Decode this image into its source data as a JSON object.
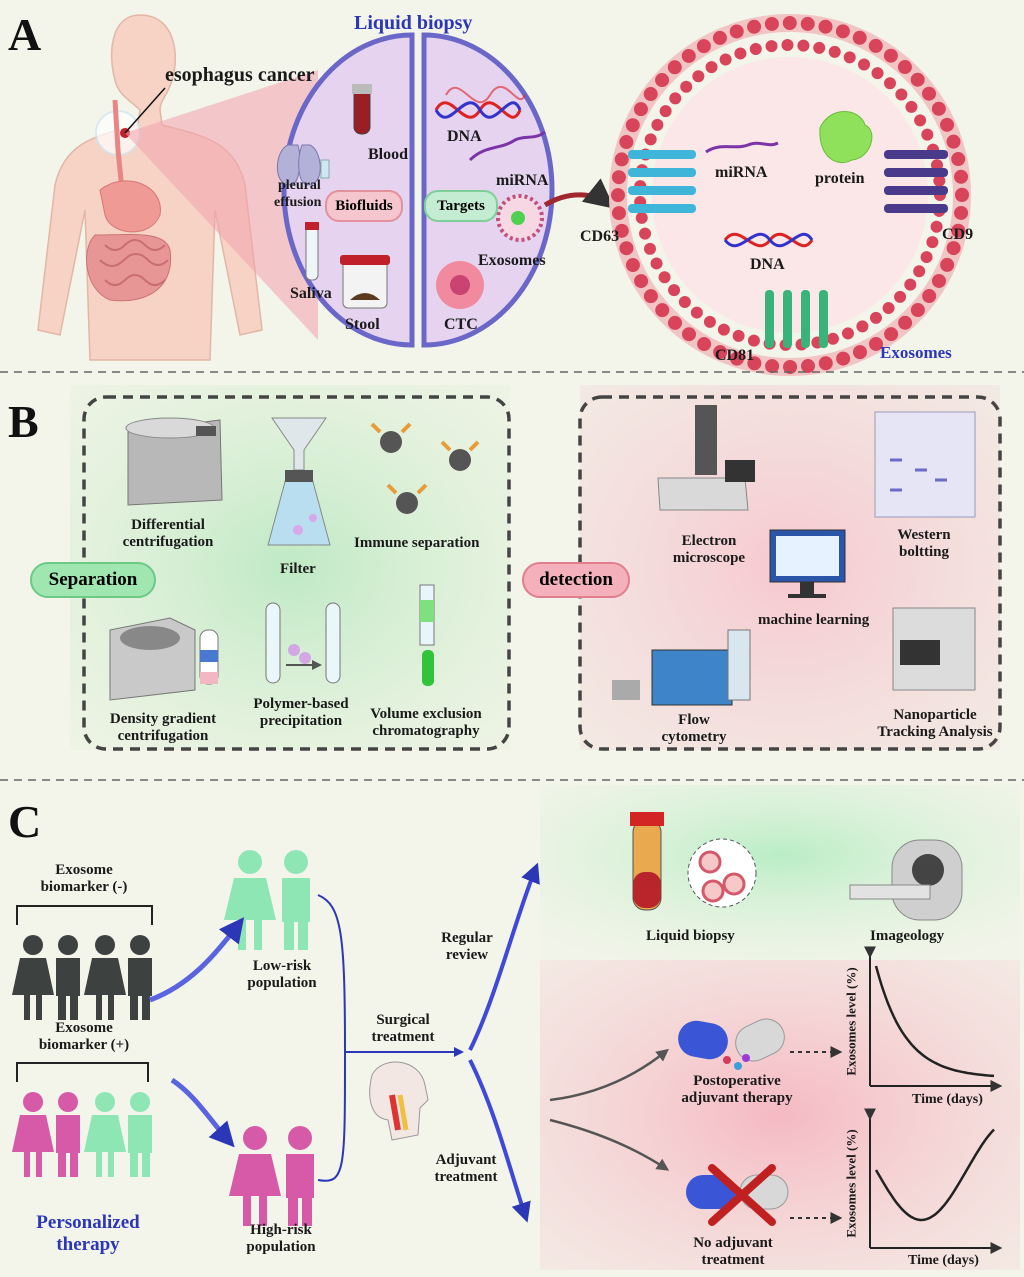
{
  "panels": {
    "a": "A",
    "b": "B",
    "c": "C"
  },
  "section_a": {
    "esophagus_cancer": "esophagus cancer",
    "liquid_biopsy_title": "Liquid biopsy",
    "biofluids": {
      "pill": "Biofluids",
      "blood": "Blood",
      "pleural_effusion_1": "pleural",
      "pleural_effusion_2": "effusion",
      "saliva": "Saliva",
      "stool": "Stool"
    },
    "targets": {
      "pill": "Targets",
      "dna": "DNA",
      "mirna": "miRNA",
      "exosomes": "Exosomes",
      "ctc": "CTC"
    },
    "exosome": {
      "mirna": "miRNA",
      "protein": "protein",
      "dna": "DNA",
      "cd63": "CD63",
      "cd9": "CD9",
      "cd81": "CD81",
      "title": "Exosomes"
    }
  },
  "section_b": {
    "separation_pill": "Separation",
    "detection_pill": "detection",
    "separation_methods": {
      "diff_1": "Differential",
      "diff_2": "centrifugation",
      "filter": "Filter",
      "immune": "Immune separation",
      "density_1": "Density gradient",
      "density_2": "centrifugation",
      "polymer_1": "Polymer-based",
      "polymer_2": "precipitation",
      "volume_1": "Volume exclusion",
      "volume_2": "chromatography"
    },
    "detection_methods": {
      "em_1": "Electron",
      "em_2": "microscope",
      "western_1": "Western",
      "western_2": "boltting",
      "ml": "machine learning",
      "flow_1": "Flow",
      "flow_2": "cytometry",
      "nta_1": "Nanoparticle",
      "nta_2": "Tracking Analysis"
    }
  },
  "section_c": {
    "neg_1": "Exosome",
    "neg_2": "biomarker (-)",
    "pos_1": "Exosome",
    "pos_2": "biomarker (+)",
    "low_1": "Low-risk",
    "low_2": "population",
    "high_1": "High-risk",
    "high_2": "population",
    "personalized_1": "Personalized",
    "personalized_2": "therapy",
    "surgical_1": "Surgical",
    "surgical_2": "treatment",
    "regular_1": "Regular",
    "regular_2": "review",
    "adjuvant_1": "Adjuvant",
    "adjuvant_2": "treatment",
    "liquid_biopsy": "Liquid biopsy",
    "imageology": "Imageology",
    "postop_1": "Postoperative",
    "postop_2": "adjuvant therapy",
    "noadj_1": "No adjuvant",
    "noadj_2": "treatment",
    "ylabel": "Exosomes level (%)",
    "xlabel": "Time (days)"
  },
  "colors": {
    "accent_blue": "#2c37b8",
    "pill_green": "#8fe0a0",
    "pill_pink": "#f3a8b5",
    "person_dark": "#3d4140",
    "person_pink": "#d65aa8",
    "person_mint": "#8ee6b5"
  }
}
